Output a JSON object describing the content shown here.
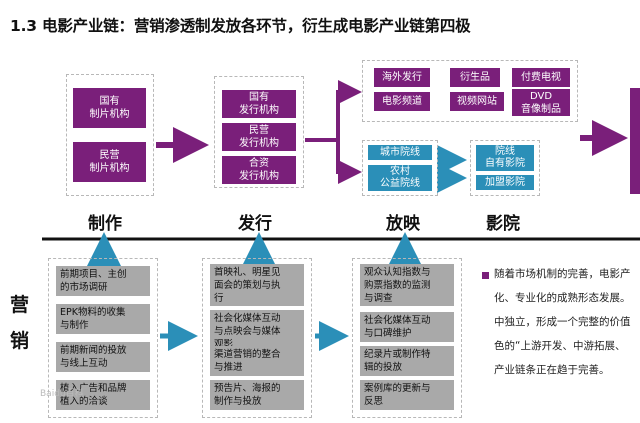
{
  "title": "1.3 电影产业链：营销渗透制发放各环节，衍生成电影产业链第四极",
  "stages": {
    "produce": "制作",
    "distribute": "发行",
    "screen": "放映",
    "cinema": "影院"
  },
  "marketing_label": [
    "营",
    "销"
  ],
  "produce": {
    "state": [
      "国有",
      "制片机构"
    ],
    "private": [
      "民营",
      "制片机构"
    ]
  },
  "distribute": {
    "state": [
      "国有",
      "发行机构"
    ],
    "private": [
      "民营",
      "发行机构"
    ],
    "joint": [
      "合资",
      "发行机构"
    ]
  },
  "derivatives": {
    "overseas": "海外发行",
    "derivative_products": "衍生品",
    "pay_tv": "付费电视",
    "movie_channel": "电影频道",
    "video_sites": "视频网站",
    "dvd": [
      "DVD",
      "音像制品"
    ]
  },
  "screening": {
    "urban": "城市院线",
    "rural": [
      "农村",
      "公益院线"
    ]
  },
  "cinema": {
    "chain": [
      "院线",
      "自有影院"
    ],
    "franchise": "加盟影院"
  },
  "marketing_produce": [
    [
      "前期项目、主创",
      "的市场调研"
    ],
    [
      "EPK物料的收集",
      "与制作"
    ],
    [
      "前期新闻的投放",
      "与线上互动"
    ],
    [
      "植入广告和品牌",
      "植入的洽谈"
    ]
  ],
  "marketing_distribute": [
    [
      "首映礼、明星见",
      "面会的策划与执",
      "行"
    ],
    [
      "社会化媒体互动",
      "与点映会与媒体",
      "观影"
    ],
    [
      "渠道营销的整合",
      "与推进"
    ],
    [
      "预告片、海报的",
      "制作与投放"
    ]
  ],
  "marketing_screen": [
    [
      "观众认知指数与",
      "购票指数的监测",
      "与调查"
    ],
    [
      "社会化媒体互动",
      "与口碑维护"
    ],
    [
      "纪录片或制作特",
      "辑的投放"
    ],
    [
      "案例库的更新与",
      "反思"
    ]
  ],
  "note_lines": [
    "随着市场机制的完善，电影产",
    "化、专业化的成熟形态发展。",
    "中独立，形成一个完整的价值",
    "色的“上游开发、中游拓展、",
    "产业链条正在趋于完善。"
  ],
  "watermark": "Baidu百科",
  "colors": {
    "purple": "#7a1f7a",
    "teal": "#2b8fb8",
    "gray": "#a9a9a9",
    "bullet": "#7a1f7a"
  }
}
